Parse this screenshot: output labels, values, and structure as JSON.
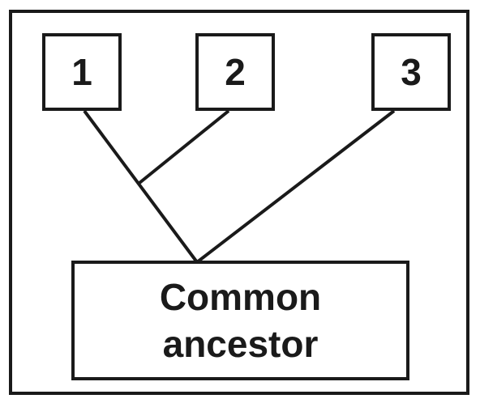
{
  "diagram": {
    "leaves": [
      {
        "label": "1"
      },
      {
        "label": "2"
      },
      {
        "label": "3"
      }
    ],
    "root": {
      "line1": "Common",
      "line2": "ancestor"
    },
    "colors": {
      "stroke": "#1a1a1a",
      "background": "#ffffff"
    }
  }
}
